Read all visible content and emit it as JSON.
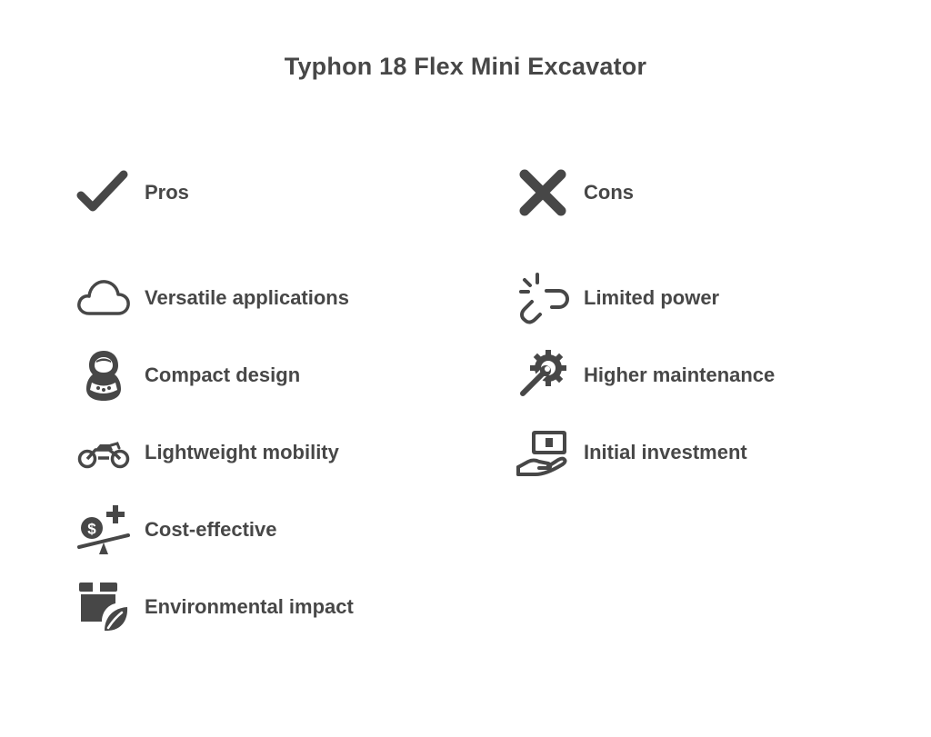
{
  "title": "Typhon 18 Flex Mini Excavator",
  "colors": {
    "ink": "#474747",
    "background": "#ffffff"
  },
  "pros": {
    "header": {
      "label": "Pros",
      "icon": "checkmark-icon"
    },
    "items": [
      {
        "label": "Versatile applications",
        "icon": "cloud-icon"
      },
      {
        "label": "Compact design",
        "icon": "nesting-doll-icon"
      },
      {
        "label": "Lightweight mobility",
        "icon": "motorcycle-icon"
      },
      {
        "label": "Cost-effective",
        "icon": "cost-balance-icon"
      },
      {
        "label": "Environmental impact",
        "icon": "eco-box-icon"
      }
    ]
  },
  "cons": {
    "header": {
      "label": "Cons",
      "icon": "x-mark-icon"
    },
    "items": [
      {
        "label": "Limited power",
        "icon": "broken-link-icon"
      },
      {
        "label": "Higher maintenance",
        "icon": "gear-wrench-icon"
      },
      {
        "label": "Initial investment",
        "icon": "hand-money-icon"
      }
    ]
  }
}
